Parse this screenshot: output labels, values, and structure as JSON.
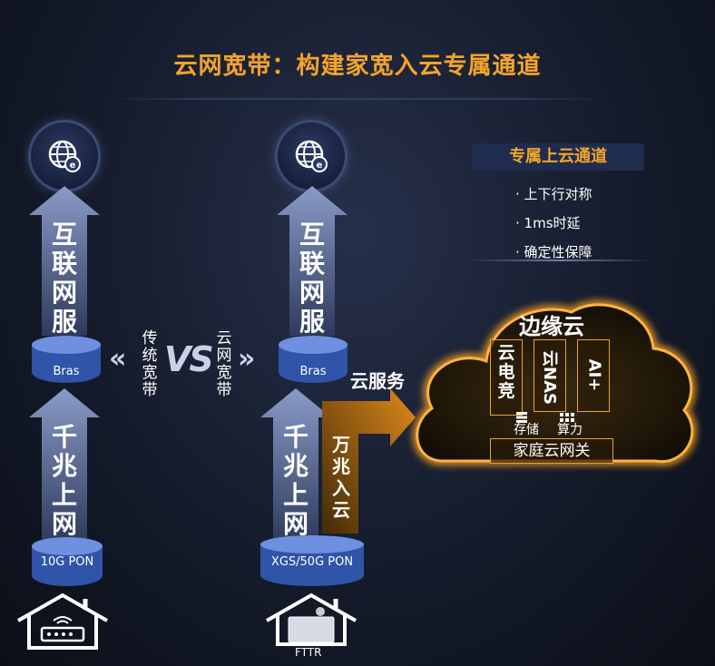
{
  "title": "云网宽带：构建家宽入云专属通道",
  "left": {
    "upper_arrow_text": "互联网服务",
    "bras_label": "Bras",
    "lower_arrow_text": "千兆上网",
    "pon_label": "10G PON",
    "side_label": "传统宽带"
  },
  "right": {
    "upper_arrow_text": "互联网服务",
    "bras_label": "Bras",
    "lower_arrow_text": "千兆上网",
    "pon_label": "XGS/50G PON",
    "side_label": "云网宽带",
    "cloud_service_label": "云服务",
    "wanzhao_label": "万兆入云",
    "house_label": "FTTR"
  },
  "vs_label": "VS",
  "features": {
    "heading": "专属上云通道",
    "items": [
      "· 上下行对称",
      "· 1ms时延",
      "· 确定性保障"
    ]
  },
  "edge_cloud": {
    "title": "边缘云",
    "apps": [
      "云电竞",
      "云NAS",
      "AI+"
    ],
    "storage_label": "存储",
    "compute_label": "算力",
    "gateway_label": "家庭云网关"
  },
  "colors": {
    "accent_orange": "#f4a42a",
    "arrow_blue": "#5b6fa6",
    "disk_blue": "#3d62b8"
  }
}
